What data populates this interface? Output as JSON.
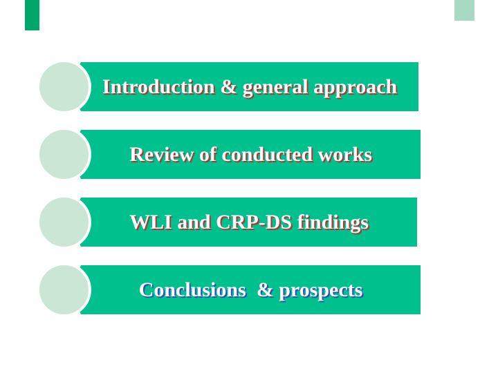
{
  "slide": {
    "theme": {
      "background": "#ffffff",
      "banner_color": "#00C18D",
      "circle_fill": "#CBE6D5",
      "circle_ring_color": "#FFFFFF",
      "text_color": "#FFFFFF",
      "top_left_bar_color": "#00A76B",
      "top_right_bar_color": "#A8D9C3"
    },
    "agenda": [
      {
        "label": "Introduction & general approach",
        "shadow_color": "#B0352F"
      },
      {
        "label": "Review of conducted works",
        "shadow_color": "#B0352F"
      },
      {
        "label": "WLI and CRP-DS findings",
        "shadow_color": "#B0352F"
      },
      {
        "label": "Conclusions  & prospects",
        "shadow_color": "#3548C0"
      }
    ]
  }
}
